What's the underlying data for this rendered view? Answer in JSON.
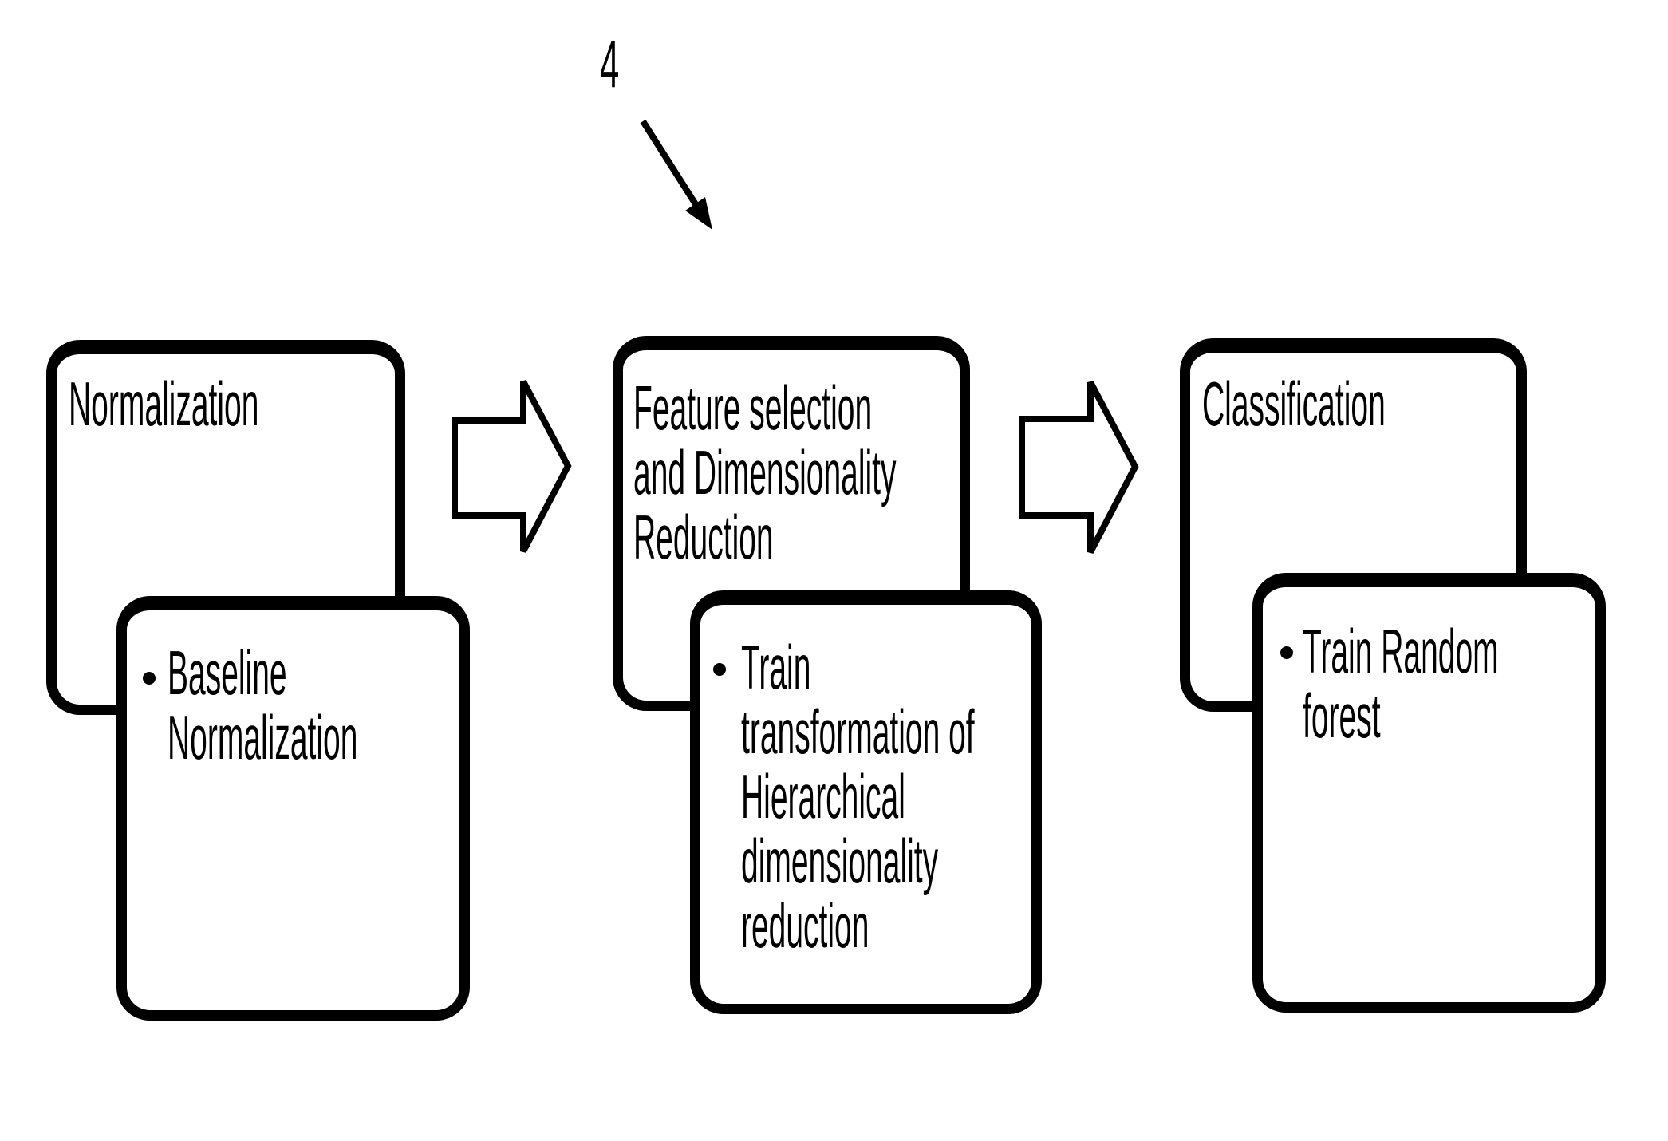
{
  "figure": {
    "type": "flow-diagram",
    "reference_label": "4",
    "colors": {
      "ink": "#000000",
      "background": "#ffffff"
    },
    "pointer": {
      "icon": "diagonal-arrow-icon",
      "points_to": "Feature selection stage"
    },
    "connectors": [
      {
        "icon": "block-arrow-right-icon",
        "from": "Normalization",
        "to": "Feature selection and Dimensionality Reduction"
      },
      {
        "icon": "block-arrow-right-icon",
        "from": "Feature selection and Dimensionality Reduction",
        "to": "Classification"
      }
    ],
    "stages": [
      {
        "title": "Normalization",
        "bullets": [
          "Baseline\nNormalization"
        ]
      },
      {
        "title": "Feature selection\nand Dimensionality\nReduction",
        "bullets": [
          "Train\ntransformation of\nHierarchical\ndimensionality\nreduction"
        ]
      },
      {
        "title": "Classification",
        "bullets": [
          "Train Random\nforest"
        ]
      }
    ]
  }
}
